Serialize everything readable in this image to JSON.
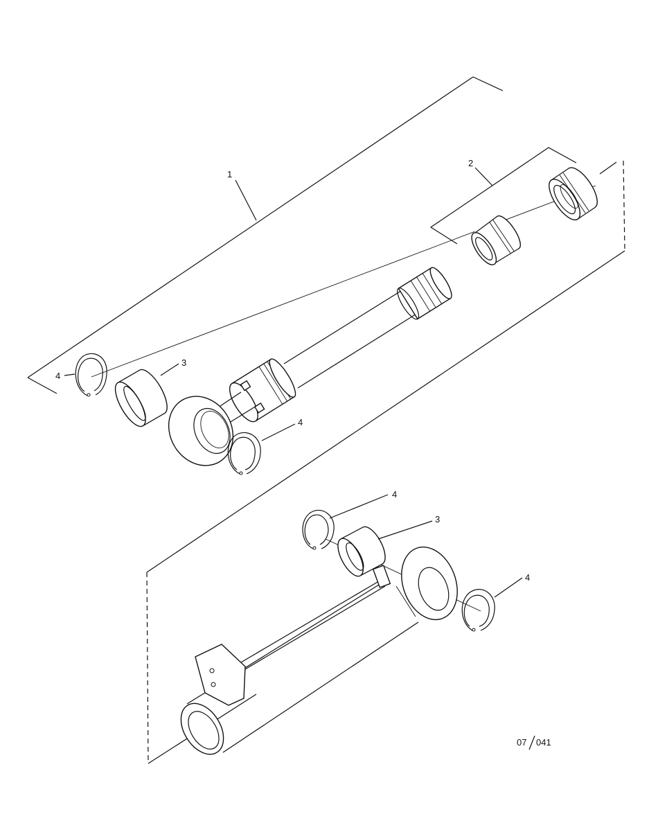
{
  "callouts": {
    "assembly_1": "1",
    "kit_2": "2",
    "upper_bushing_3": "3",
    "upper_ring_4_left": "4",
    "upper_ring_4_right": "4",
    "lower_ring_4_top": "4",
    "lower_bushing_3": "3",
    "lower_ring_4_right": "4"
  },
  "figure_ref": {
    "prefix": "07",
    "number": "041"
  }
}
